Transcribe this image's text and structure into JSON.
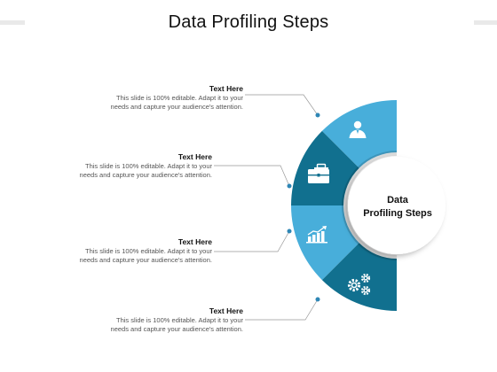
{
  "title": "Data Profiling Steps",
  "center_label": {
    "line1": "Data",
    "line2": "Profiling  Steps"
  },
  "colors": {
    "light_blue": "#48AEDA",
    "dark_blue": "#11708F",
    "connector": "#999999",
    "dot": "#2E86B5",
    "decor": "#e9e9e9"
  },
  "steps": [
    {
      "heading": "Text Here",
      "body": "This slide is 100% editable.  Adapt it to your\nneeds and capture your audience's attention.",
      "icon": "user-icon"
    },
    {
      "heading": "Text Here",
      "body": "This slide is 100% editable.  Adapt it to your\nneeds and capture your audience's attention.",
      "icon": "briefcase-icon"
    },
    {
      "heading": "Text Here",
      "body": "This slide is 100% editable.  Adapt it to your\nneeds and capture your audience's attention.",
      "icon": "growth-chart-icon"
    },
    {
      "heading": "Text Here",
      "body": "This slide is 100% editable.  Adapt it to your\nneeds and capture your audience's attention.",
      "icon": "gears-icon"
    }
  ]
}
